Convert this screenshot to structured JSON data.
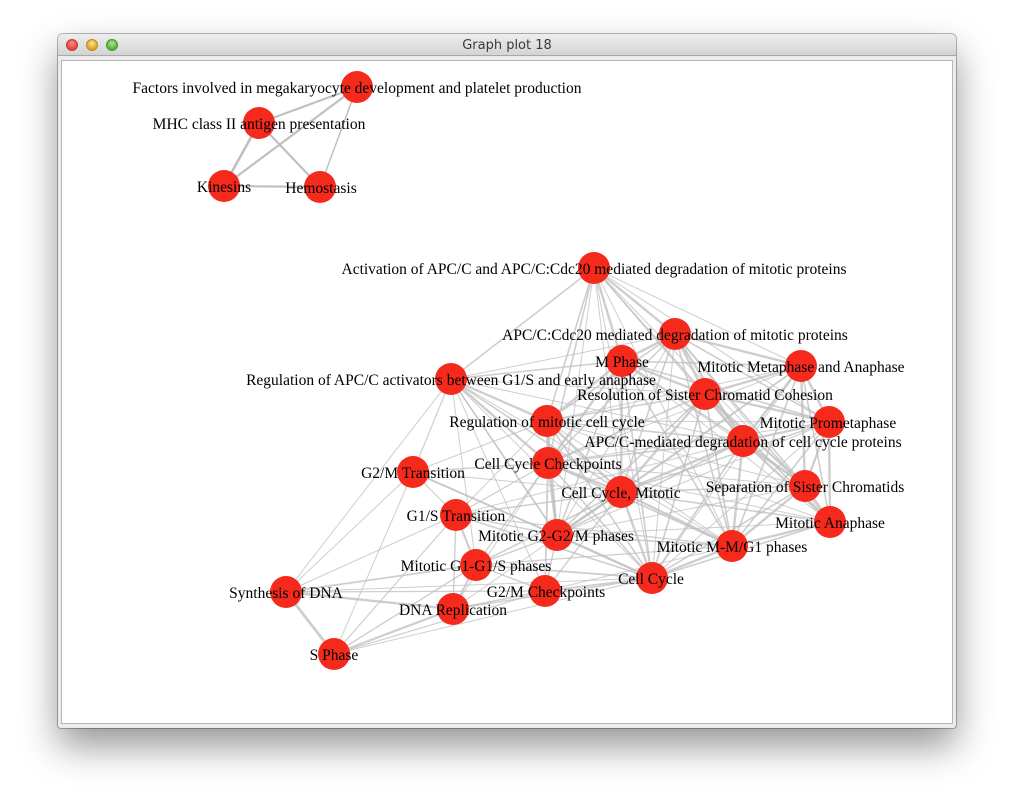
{
  "window": {
    "title": "Graph plot 18"
  },
  "colors": {
    "node": "#f52a1d",
    "edge": "#bdbdbd",
    "label": "#000000"
  },
  "graph": {
    "nodes": [
      {
        "id": "megakaryocyte",
        "label": "Factors involved in megakaryocyte development and platelet production"
      },
      {
        "id": "mhc2",
        "label": "MHC class II antigen presentation"
      },
      {
        "id": "kinesins",
        "label": "Kinesins"
      },
      {
        "id": "hemostasis",
        "label": "Hemostasis"
      },
      {
        "id": "apc_activation",
        "label": "Activation of APC/C and APC/C:Cdc20 mediated degradation of mitotic proteins"
      },
      {
        "id": "apc_cdc20",
        "label": "APC/C:Cdc20 mediated degradation of mitotic proteins"
      },
      {
        "id": "m_phase",
        "label": "M Phase"
      },
      {
        "id": "metaphase_anaphase",
        "label": "Mitotic Metaphase and Anaphase"
      },
      {
        "id": "reg_apc_activators",
        "label": "Regulation of APC/C activators between G1/S and early anaphase"
      },
      {
        "id": "sister_cohesion",
        "label": "Resolution of Sister Chromatid Cohesion"
      },
      {
        "id": "reg_mitotic",
        "label": "Regulation of mitotic cell cycle"
      },
      {
        "id": "prometaphase",
        "label": "Mitotic Prometaphase"
      },
      {
        "id": "apc_mediated",
        "label": "APC/C-mediated degradation of cell cycle proteins"
      },
      {
        "id": "g2m_transition",
        "label": "G2/M Transition"
      },
      {
        "id": "checkpoints",
        "label": "Cell Cycle Checkpoints"
      },
      {
        "id": "cc_mitotic",
        "label": "Cell Cycle, Mitotic"
      },
      {
        "id": "separation",
        "label": "Separation of Sister Chromatids"
      },
      {
        "id": "g1s_transition",
        "label": "G1/S Transition"
      },
      {
        "id": "anaphase",
        "label": "Mitotic Anaphase"
      },
      {
        "id": "g2_g2m",
        "label": "Mitotic G2-G2/M phases"
      },
      {
        "id": "m_m_g1",
        "label": "Mitotic M-M/G1 phases"
      },
      {
        "id": "g1_g1s",
        "label": "Mitotic G1-G1/S phases"
      },
      {
        "id": "cell_cycle",
        "label": "Cell Cycle"
      },
      {
        "id": "synthesis_dna",
        "label": "Synthesis of DNA"
      },
      {
        "id": "g2m_checkpoints",
        "label": "G2/M Checkpoints"
      },
      {
        "id": "dna_replication",
        "label": "DNA Replication"
      },
      {
        "id": "s_phase",
        "label": "S Phase"
      }
    ]
  }
}
